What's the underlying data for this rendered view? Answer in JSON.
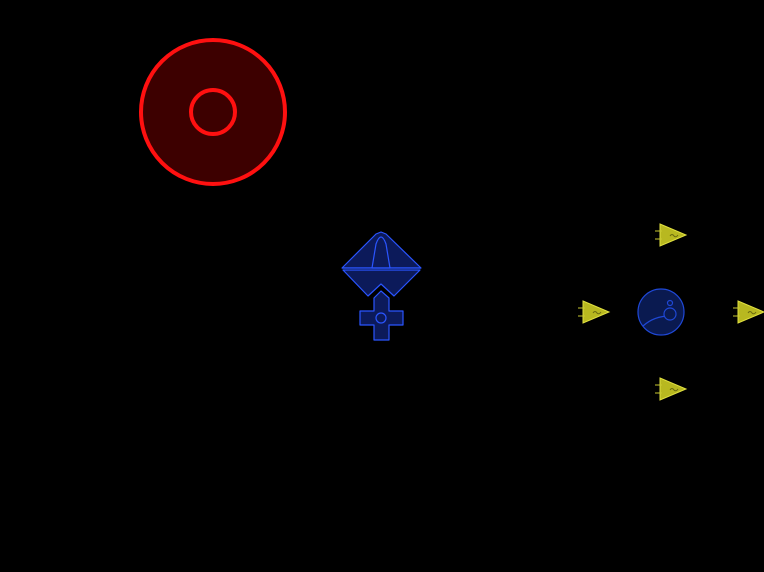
{
  "game": {
    "background": "#000000",
    "target": {
      "icon": "bullseye-target-icon",
      "ring_color": "#ff1010",
      "fill_color": "#3d0000"
    },
    "player_ship": {
      "icon": "player-ship-icon",
      "fill_color": "#0c1a5a",
      "stroke_color": "#2a55ff"
    },
    "enemy_core": {
      "icon": "enemy-core-orb-icon",
      "fill_color": "#0a1a50",
      "stroke_color": "#1f48d6"
    },
    "drones": {
      "icon": "yellow-drone-icon",
      "fill_color": "#b8b820",
      "stroke_color": "#e0e040",
      "count": 4,
      "directions": [
        "up",
        "left",
        "right",
        "down"
      ]
    }
  }
}
